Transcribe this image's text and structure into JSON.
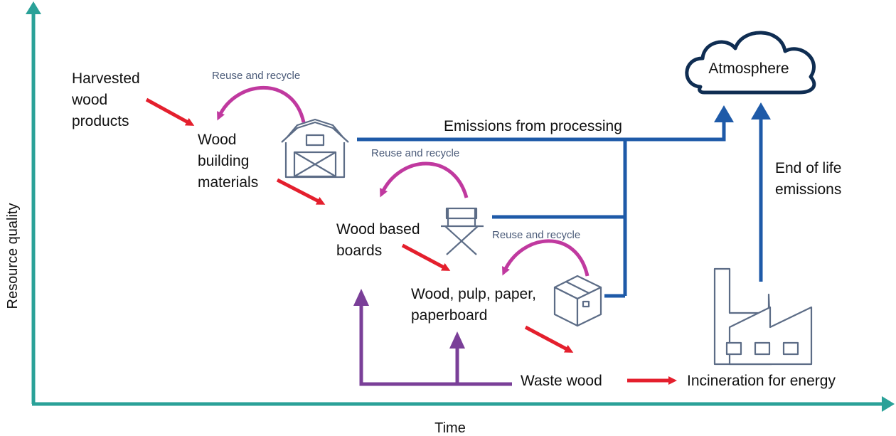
{
  "axes": {
    "x_label": "Time",
    "y_label": "Resource quality"
  },
  "nodes": {
    "harvested": [
      "Harvested",
      "wood",
      "products"
    ],
    "building": [
      "Wood",
      "building",
      "materials"
    ],
    "boards": [
      "Wood based",
      "boards"
    ],
    "pulp": [
      "Wood, pulp, paper,",
      "paperboard"
    ],
    "waste": "Waste wood",
    "incineration": "Incineration for energy",
    "atmosphere": "Atmosphere"
  },
  "labels": {
    "reuse": "Reuse and recycle",
    "processing": "Emissions from processing",
    "end_of_life": [
      "End of life",
      "emissions"
    ]
  },
  "icons": {
    "barn": "barn-icon",
    "chair": "director-chair-icon",
    "box": "cardboard-box-icon",
    "factory": "factory-icon",
    "cloud": "cloud-icon"
  },
  "colors": {
    "axis": "#2aa198",
    "flow": "#e41f2d",
    "reuse": "#c0399f",
    "emission": "#1e5aa8",
    "waste_return": "#7a3f98",
    "icon_line": "#5c6c86"
  }
}
